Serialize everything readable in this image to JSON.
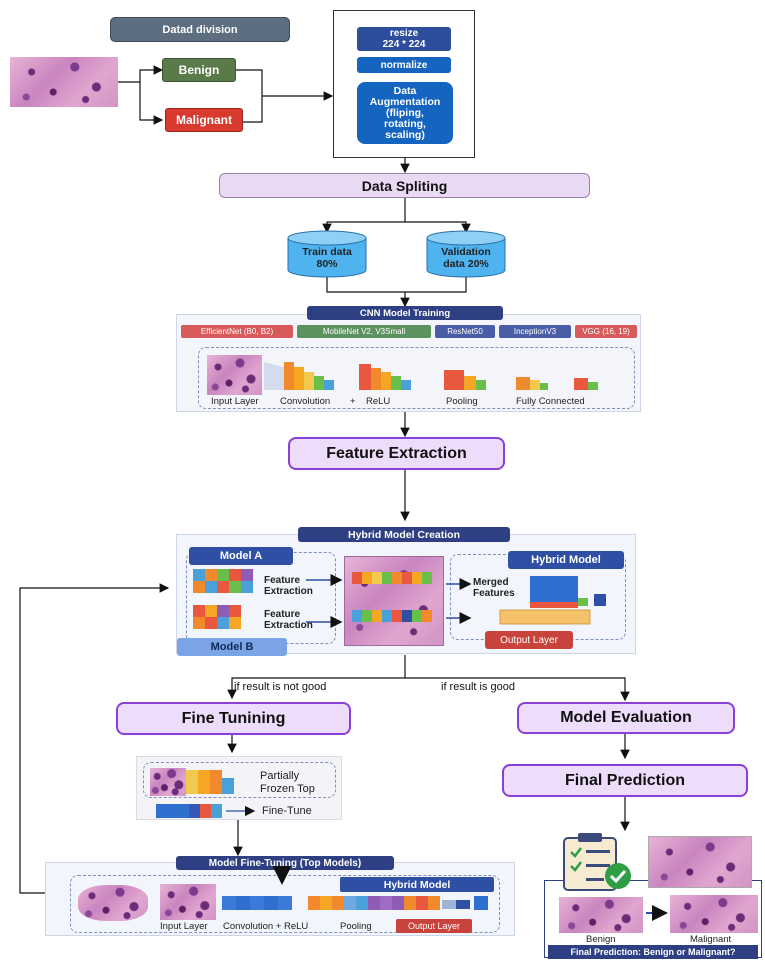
{
  "top": {
    "data_division": "Datad division",
    "benign": "Benign",
    "malignant": "Malignant",
    "resize": "resize\n224 * 224",
    "normalize": "normalize",
    "augmentation": "Data\nAugmentation\n(fliping,\nrotating,\nscaling)"
  },
  "data_spliting": "Data Spliting",
  "train": "Train data\n80%",
  "validation": "Validation\ndata 20%",
  "cnn": {
    "title": "CNN Model Training",
    "tags": [
      "EfficientNet (B0, B2)",
      "MobileNet V2, V3Small",
      "ResNet50",
      "InceptionV3",
      "VGG (16, 19)"
    ],
    "labels": [
      "Input Layer",
      "Convolution",
      "+",
      "ReLU",
      "Pooling",
      "Fully Connected"
    ]
  },
  "feature_extraction": "Feature Extraction",
  "hybrid": {
    "title": "Hybrid Model Creation",
    "model_a": "Model A",
    "model_b": "Model B",
    "feat_a": "Feature\nExtraction",
    "feat_b": "Feature\nExtraction",
    "hybrid_model": "Hybrid Model",
    "merged": "Merged\nFeatures",
    "output_layer": "Output Layer"
  },
  "branch": {
    "not_good": "if result is not good",
    "good": "if result is good"
  },
  "fine_tuning": "Fine Tunining",
  "model_evaluation": "Model Evaluation",
  "final_prediction": "Final Prediction",
  "partial": {
    "frozen": "Partially\nFrozen Top",
    "finetune": "Fine-Tune"
  },
  "mft": {
    "title": "Model Fine-Tuning (Top Models)",
    "hybrid_model": "Hybrid Model",
    "labels": [
      "Input Layer",
      "Convolution + ReLU",
      "Pooling"
    ],
    "output_layer": "Output Layer"
  },
  "prediction": {
    "benign": "Benign",
    "malignant": "Malignant",
    "caption": "Final Prediction: Benign or Malignant?"
  },
  "colors": {
    "dark_blue": "#1565c0",
    "navy": "#2f3f83",
    "benign_green": "#5b7a49",
    "malignant_red": "#d83a2e",
    "purple": "#8a3fd6",
    "cylinder": "#4fb3f0"
  }
}
